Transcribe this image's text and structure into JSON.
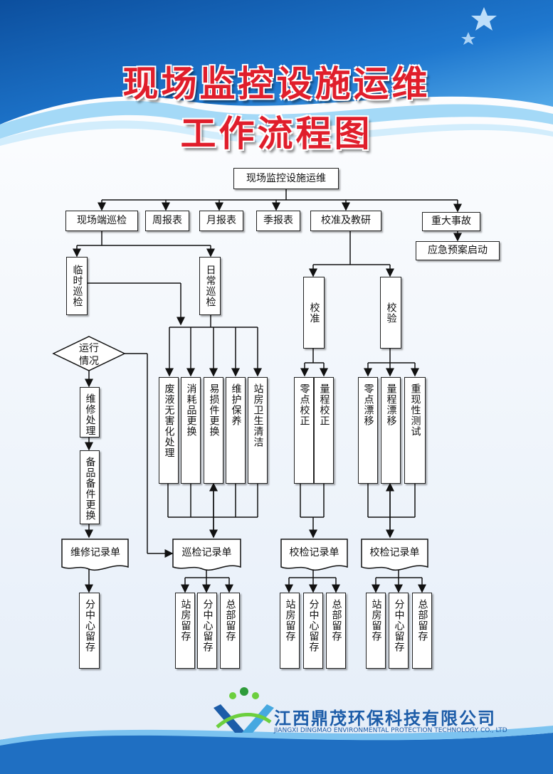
{
  "title": {
    "line1": "现场监控设施运维",
    "line2": "工作流程图"
  },
  "flow": {
    "root": "现场监控设施运维",
    "onsite_inspection": "现场端巡检",
    "weekly_report": "周报表",
    "monthly_report": "月报表",
    "quarterly_report": "季报表",
    "calibration_research": "校准及教研",
    "major_incident": "重大事故",
    "emergency_plan": "应急预案启动",
    "temporary_inspection": "临时巡检",
    "routine_inspection": "日常巡检",
    "operation_status": "运行情况",
    "maintenance_handling": "维修处理",
    "spare_parts_replacement": "备品备件更换",
    "maintenance_record": "维修记录单",
    "branch_center_archive": "分中心留存",
    "tasks": [
      "废液无害化处理",
      "消耗品更换",
      "易损件更换",
      "维护保养",
      "站房卫生清洁"
    ],
    "inspection_record": "巡检记录单",
    "calibration": "校准",
    "verification": "校验",
    "calibration_items": [
      "零点校正",
      "量程校正"
    ],
    "verification_items": [
      "零点漂移",
      "量程漂移",
      "重现性测试"
    ],
    "check_record_1": "校检记录单",
    "check_record_2": "校检记录单",
    "archives": {
      "group1": [
        "站房留存",
        "分中心留存",
        "总部留存"
      ],
      "group2": [
        "站房留存",
        "分中心留存",
        "总部留存"
      ],
      "group3": [
        "站房留存",
        "分中心留存",
        "总部留存"
      ]
    }
  },
  "company": {
    "name_cn": "江西鼎茂环保科技有限公司",
    "name_en": "JIANGXI DINGMAO ENVIRONMENTAL PROTECTION TECHNOLOGY CO., LTD"
  },
  "colors": {
    "title_red": "#e01e2b",
    "banner_blue": "#1f6fc2",
    "company_blue": "#1c5ca8"
  }
}
